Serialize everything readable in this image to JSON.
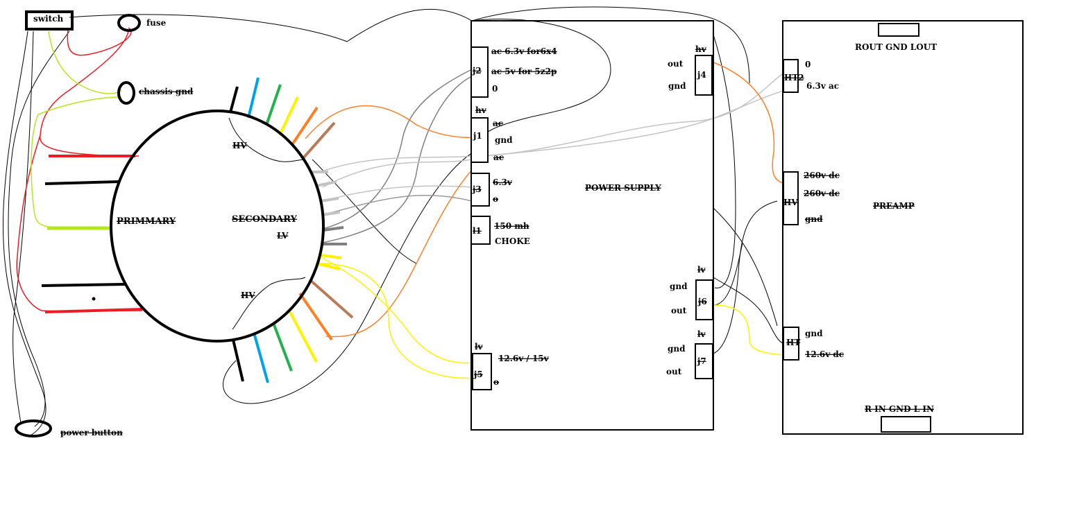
{
  "labels": {
    "switch": "switch",
    "fuse": "fuse",
    "chassis_gnd": "chassis gnd",
    "power_button": "power button",
    "primary": "PRIMMARY",
    "secondary": "SECONDARY",
    "hv_top": "HV",
    "hv_bottom": "HV",
    "lv": "LV"
  },
  "power_supply": {
    "title": "POWER SUPPLY",
    "j2": {
      "id": "j2",
      "lines": [
        "ac 6.3v for6x4",
        "ac 5v for 5z2p",
        "0"
      ]
    },
    "j1": {
      "id": "j1",
      "header": "hv",
      "lines": [
        "ac",
        "gnd",
        "ac"
      ]
    },
    "j3": {
      "id": "j3",
      "lines": [
        "6.3v",
        "o"
      ]
    },
    "l1": {
      "id": "l1",
      "lines": [
        "150 mh",
        "CHOKE"
      ]
    },
    "j5": {
      "id": "j5",
      "header": "lv",
      "lines": [
        "12.6v / 15v",
        "o"
      ]
    },
    "j4": {
      "id": "j4",
      "header": "hv",
      "lines": [
        "out",
        "gnd"
      ]
    },
    "j6": {
      "id": "j6",
      "header": "lv",
      "lines": [
        "gnd",
        "out"
      ]
    },
    "j7": {
      "id": "j7",
      "header": "lv",
      "lines": [
        "gnd",
        "out"
      ]
    }
  },
  "preamp": {
    "title": "PREAMP",
    "top_connector": "ROUT GND LOUT",
    "bottom_connector": "R IN  GND  L IN",
    "ht2": {
      "id": "HT2",
      "lines": [
        "0",
        "6.3v ac"
      ]
    },
    "hv": {
      "id": "HV",
      "lines": [
        "260v dc",
        "260v dc",
        "gnd"
      ]
    },
    "ht": {
      "id": "HT",
      "lines": [
        "gnd",
        "12.6v dc"
      ]
    }
  },
  "colors": {
    "red": "#ed1c24",
    "black": "#000000",
    "yellow_green": "#b5e61d",
    "blue": "#00a2e8",
    "green": "#22b14c",
    "yellow": "#fff200",
    "orange": "#ff7f27",
    "brown": "#b97a57",
    "gray": "#7f7f7f",
    "light_gray": "#c3c3c3"
  }
}
